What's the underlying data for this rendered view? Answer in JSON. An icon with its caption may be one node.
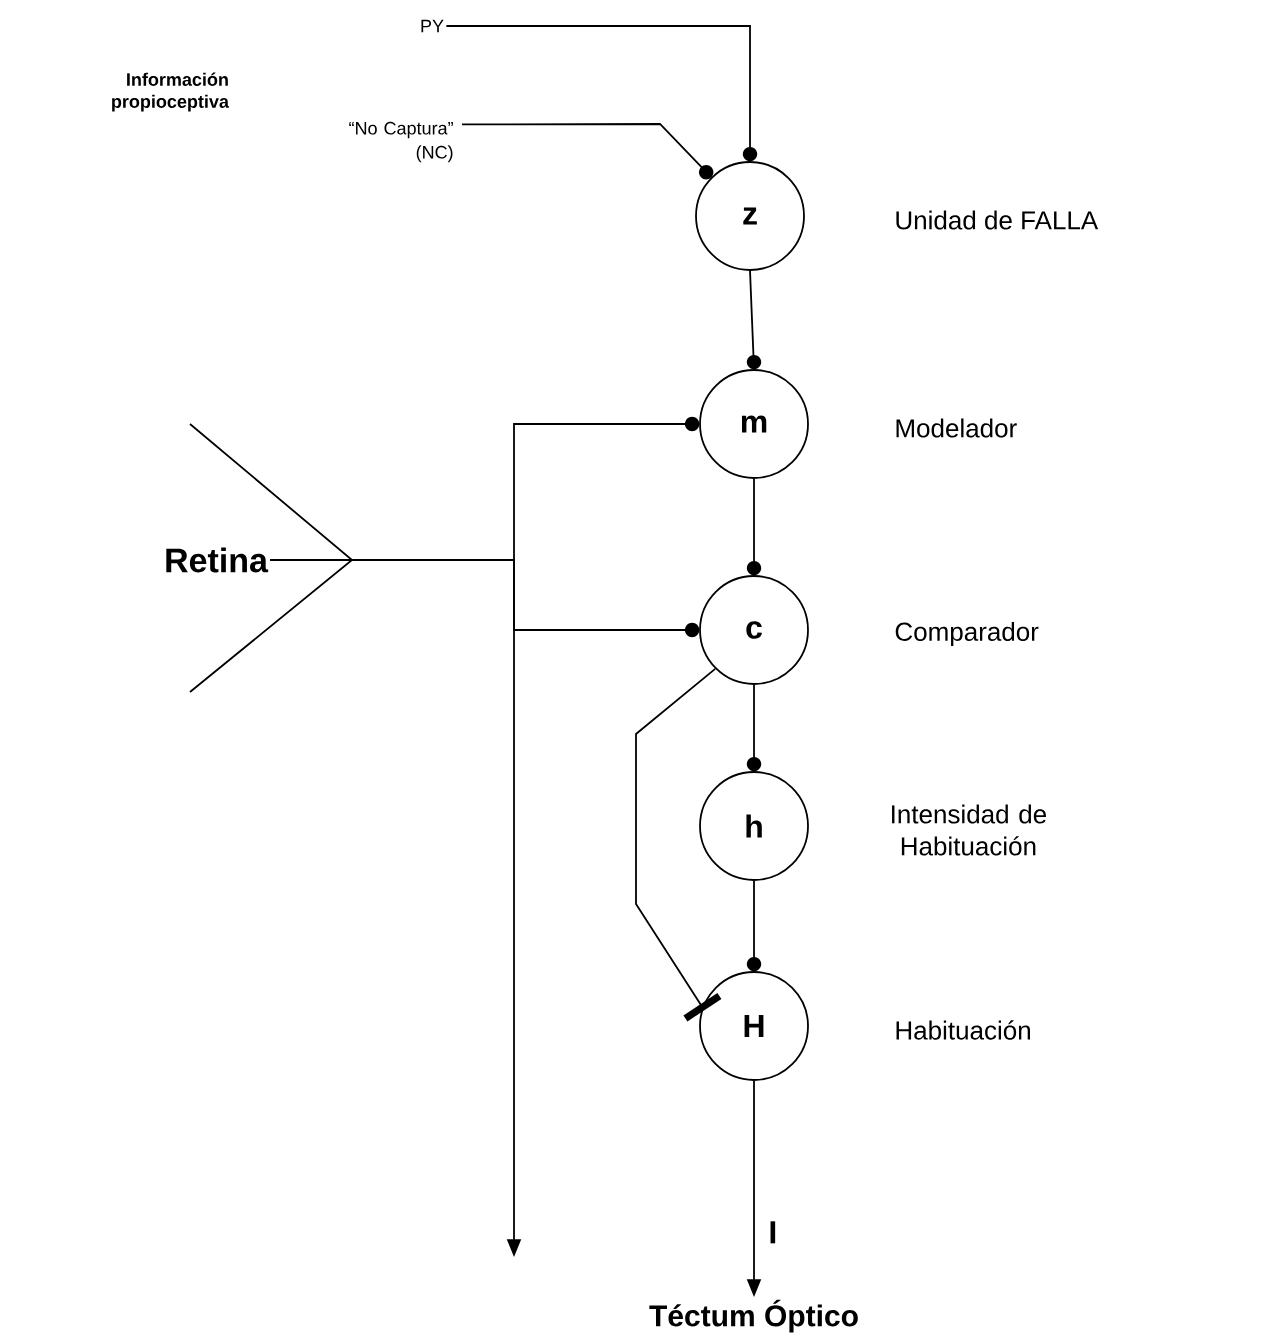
{
  "diagram": {
    "nodes": [
      {
        "text": [
          "z"
        ],
        "beside": [
          "Unidad de FALLA"
        ]
      },
      {
        "text": [
          "m"
        ],
        "beside": [
          "Modelador"
        ]
      },
      {
        "text": [
          "c"
        ],
        "beside": [
          "Comparador"
        ]
      },
      {
        "text": [
          "h"
        ],
        "beside": [
          "Intensidad de Habituación"
        ]
      },
      {
        "text": [
          "H"
        ],
        "beside": [
          "Habituación"
        ]
      },
      {
        "text": [
          "Retina"
        ]
      },
      {
        "text": [
          "Téctum Óptico"
        ]
      },
      {
        "text": [
          "PY"
        ]
      },
      {
        "text": [
          "“No Captura” (NC)"
        ]
      }
    ],
    "edges": [
      {
        "from": 7,
        "to": 0,
        "arrow": "other"
      },
      {
        "from": 8,
        "to": 0,
        "arrow": "other"
      },
      {
        "from": 0,
        "to": 1,
        "arrow": "other"
      },
      {
        "from": 1,
        "to": 2,
        "arrow": "other"
      },
      {
        "from": 2,
        "to": 3,
        "arrow": "other"
      },
      {
        "from": 3,
        "to": 4,
        "arrow": "other"
      },
      {
        "from": 5,
        "to": 1,
        "arrow": "other"
      },
      {
        "from": 5,
        "to": 2,
        "arrow": "other"
      },
      {
        "from": 5,
        "to": 6,
        "arrow": "to"
      },
      {
        "from": 2,
        "to": 4,
        "arrow": "other"
      },
      {
        "from": 4,
        "to": 6,
        "arrow": "to",
        "label": "I"
      }
    ],
    "labels": [
      "Información propioceptiva"
    ]
  }
}
